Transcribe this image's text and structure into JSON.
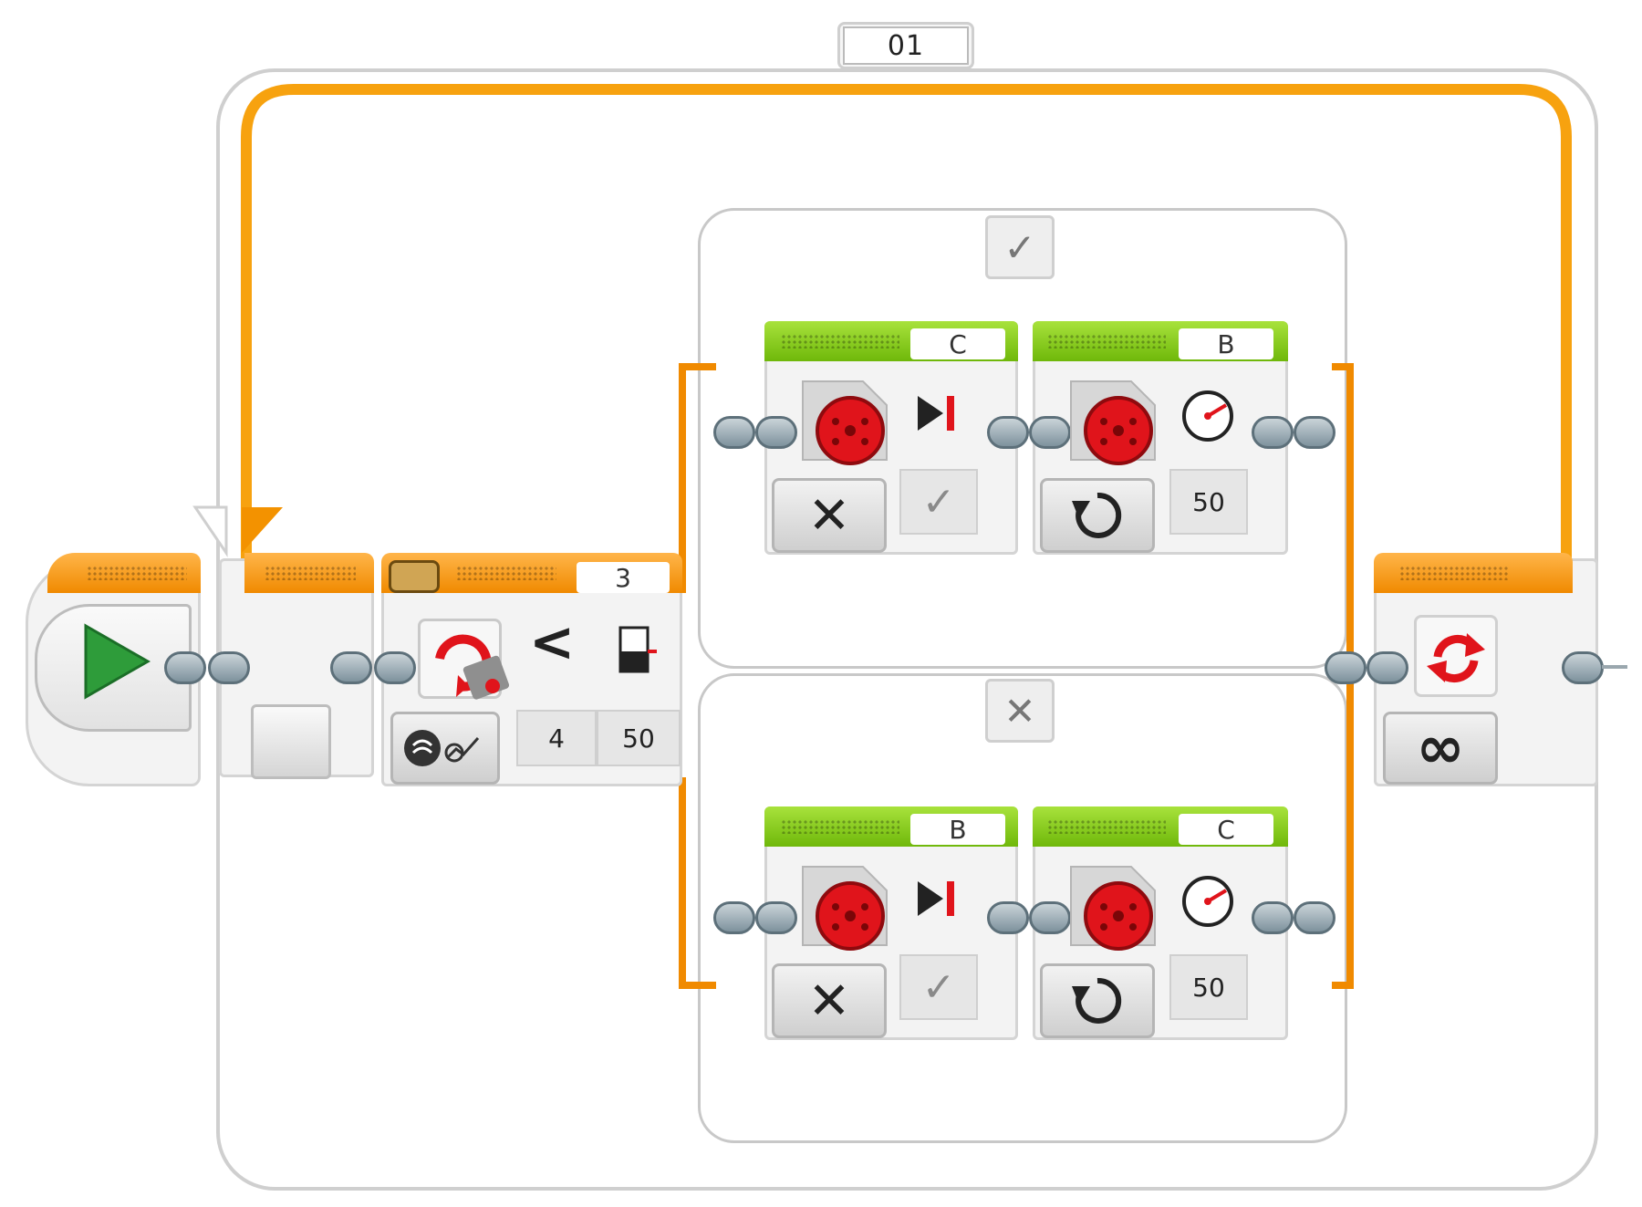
{
  "loop": {
    "name": "01",
    "count_mode": "∞"
  },
  "switch": {
    "port": "3",
    "operator": "<",
    "compare_value": "4",
    "threshold": "50",
    "true_case": {
      "tab_icon": "check-icon",
      "block_1": {
        "port": "C",
        "mode_icon": "stop-icon",
        "param_icon": "check-icon"
      },
      "block_2": {
        "port": "B",
        "mode_icon": "rotate-icon",
        "power": "50"
      }
    },
    "false_case": {
      "tab_icon": "x-icon",
      "block_1": {
        "port": "B",
        "mode_icon": "stop-icon",
        "param_icon": "check-icon"
      },
      "block_2": {
        "port": "C",
        "mode_icon": "rotate-icon",
        "power": "50"
      }
    }
  },
  "colors": {
    "flow_orange": "#f08a00",
    "action_green": "#6fb80a",
    "motor_red": "#e0141b",
    "start_green": "#2e9c3a"
  }
}
